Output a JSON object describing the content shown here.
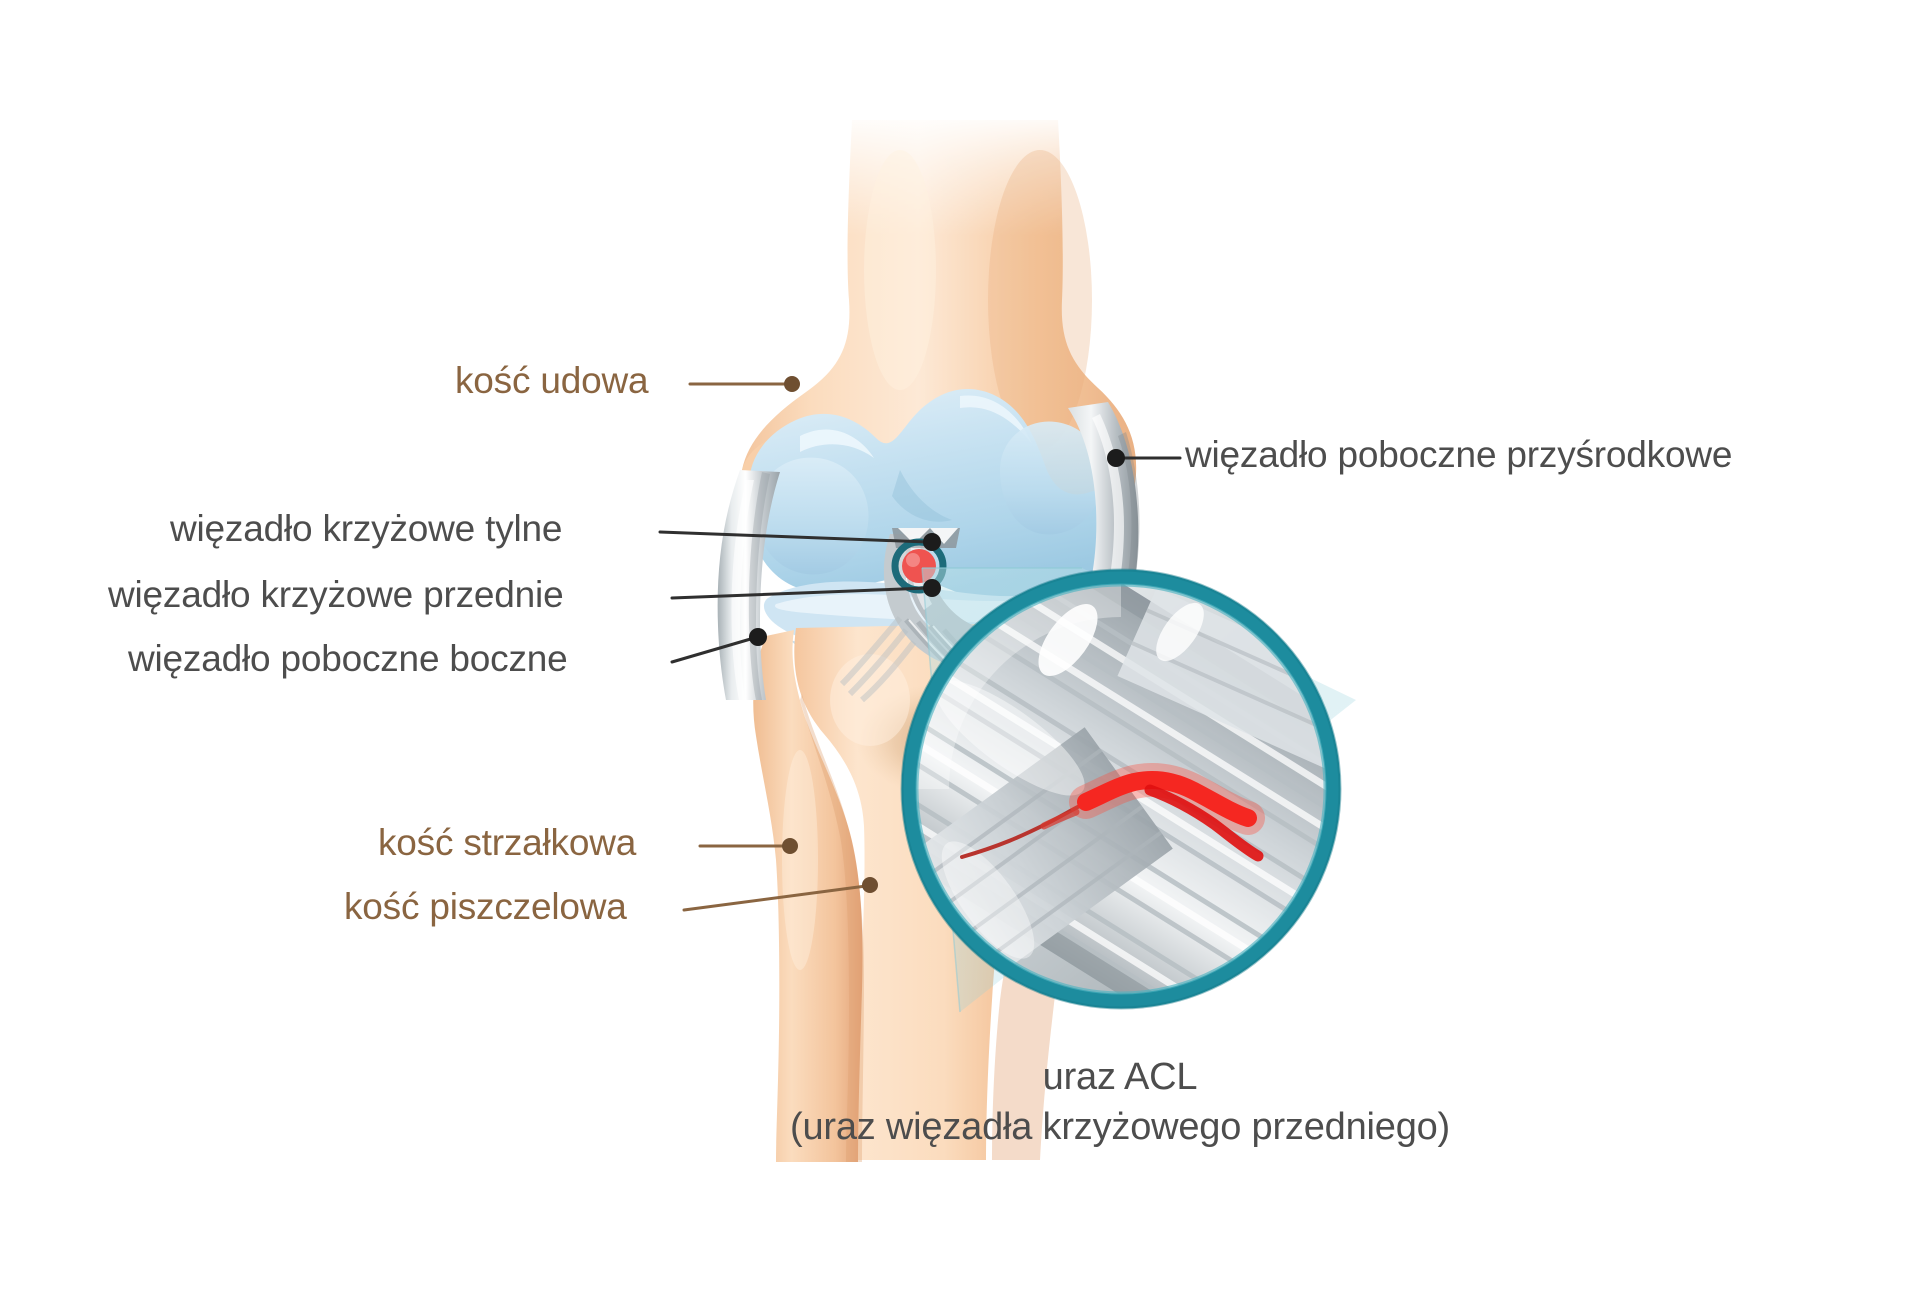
{
  "illustration": {
    "title_alt": "Anatomia stawu kolanowego z urazem ACL",
    "colors": {
      "bone": "#f7cca3",
      "bone_shadow": "#e0a878",
      "cartilage": "#c6e0f0",
      "cartilage_dark": "#a9cfe6",
      "ligament_gray": "#b9c0c4",
      "ligament_light": "#eef1f2",
      "magnifier_ring": "#1d8c9e",
      "tear_red": "#f01414",
      "marker_red": "#ef5350",
      "leader_gray": "#3b3b3b",
      "leader_brown": "#8a6541",
      "label_gray": "#4d4d4d",
      "label_brown": "#8a6541",
      "background": "#ffffff"
    }
  },
  "labels": {
    "femur": "kość udowa",
    "pcl": "więzadło krzyżowe tylne",
    "acl": "więzadło krzyżowe przednie",
    "lcl": "więzadło poboczne boczne",
    "mcl": "więzadło poboczne przyśrodkowe",
    "fibula": "kość strzałkowa",
    "tibia": "kość piszczelowa"
  },
  "caption": {
    "line1": "uraz ACL",
    "line2": "(uraz więzadła krzyżowego przedniego)"
  }
}
